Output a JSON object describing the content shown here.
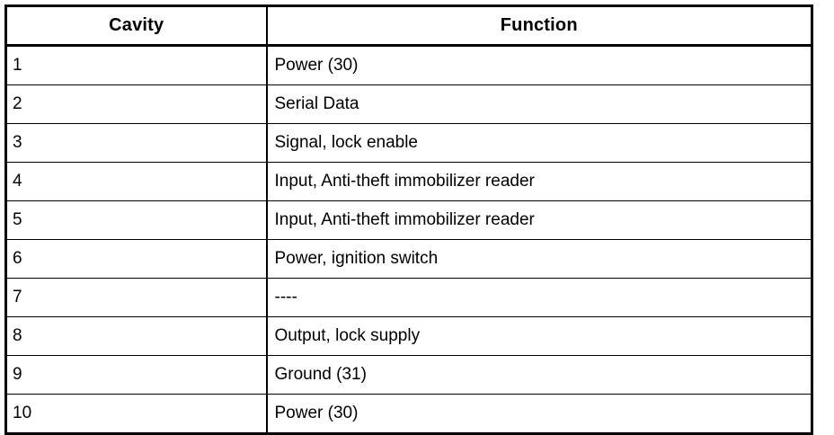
{
  "table": {
    "headers": {
      "cavity": "Cavity",
      "function": "Function"
    },
    "rows": [
      {
        "cavity": "1",
        "function": "Power (30)"
      },
      {
        "cavity": "2",
        "function": "Serial Data"
      },
      {
        "cavity": "3",
        "function": "Signal, lock enable"
      },
      {
        "cavity": "4",
        "function": "Input, Anti-theft immobilizer reader"
      },
      {
        "cavity": "5",
        "function": "Input, Anti-theft immobilizer reader"
      },
      {
        "cavity": "6",
        "function": "Power, ignition switch"
      },
      {
        "cavity": "7",
        "function": "----"
      },
      {
        "cavity": "8",
        "function": "Output, lock supply"
      },
      {
        "cavity": "9",
        "function": "Ground (31)"
      },
      {
        "cavity": "10",
        "function": "Power (30)"
      }
    ]
  },
  "colors": {
    "border": "#000000",
    "text": "#000000",
    "background": "#ffffff"
  }
}
